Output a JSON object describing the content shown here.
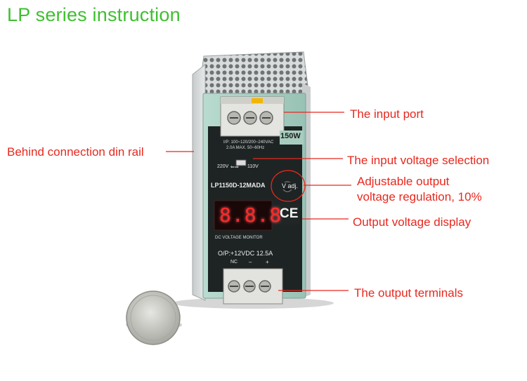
{
  "title": "LP series instruction",
  "callouts": {
    "din_rail": "Behind  connection din rail",
    "input_port": "The input port",
    "voltage_selection": "The input voltage selection",
    "adjustable_line1": "Adjustable output",
    "adjustable_line2": "voltage regulation, 10%",
    "voltage_display": "Output voltage display",
    "output_terminals": "The output terminals"
  },
  "device": {
    "wattage": "150W",
    "spec_line1": "I/P: 100~120/200~240VAC",
    "spec_line2": "2.0A MAX. 50~60Hz",
    "switch_left": "220V",
    "switch_right": "110V",
    "vadj": "V adj.",
    "model": "LP1150D-12MADA",
    "display_digits": "8.8.8",
    "ce_mark": "CE",
    "monitor_label": "DC VOLTAGE MONITOR",
    "output_spec": "O/P:+12VDC   12.5A",
    "term_nc": "NC",
    "term_minus": "–",
    "term_plus": "+"
  },
  "colors": {
    "title": "#3fbf2f",
    "callout": "#e8281e",
    "panel": "#a9cfc2",
    "face": "#1e2424",
    "display": "#ff2a2a"
  }
}
